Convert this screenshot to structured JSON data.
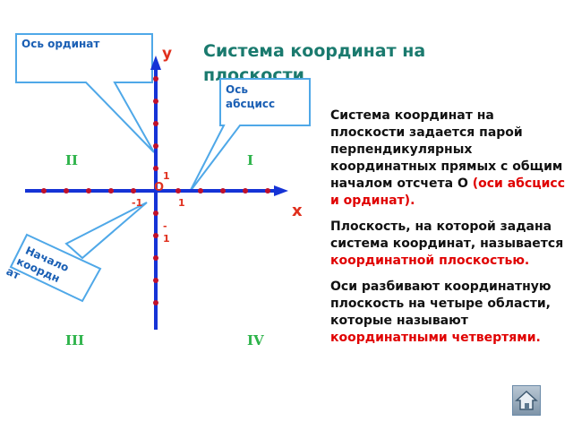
{
  "title": "Система координат на плоскости",
  "callouts": {
    "ordinate": "Ось ординат",
    "abscissa": [
      "Ось",
      "абсцисс"
    ],
    "origin": [
      "Начало",
      "коордн",
      "ат"
    ]
  },
  "axes": {
    "y_label": "y",
    "x_label": "x",
    "origin_label": "O",
    "tick_y_pos": "1",
    "tick_x_pos": "1",
    "tick_x_neg": "-1",
    "tick_y_neg": [
      "-",
      "1"
    ]
  },
  "quadrants": {
    "q1": "I",
    "q2": "II",
    "q3": "III",
    "q4": "IV"
  },
  "text": {
    "p1_start": "Система координат на плоскости задается парой перпендикулярных координатных прямых с общим началом отсчета О ",
    "p1_red": "(оси абсцисс и ординат).",
    "p2_start": " Плоскость, на которой задана система координат, называется ",
    "p2_red": "координатной плоскостью.",
    "p3_start": "Оси разбивают координатную плоскость на четыре области, которые называют ",
    "p3_red": "координатными четвертями."
  },
  "colors": {
    "title": "#1a7a6e",
    "axis": "#1533d6",
    "dots": "#c0102a",
    "callout_border": "#4fa8e8",
    "accent_red": "#e00000",
    "quadrant": "#2db34a"
  },
  "icons": {
    "home_button": "home-icon"
  }
}
